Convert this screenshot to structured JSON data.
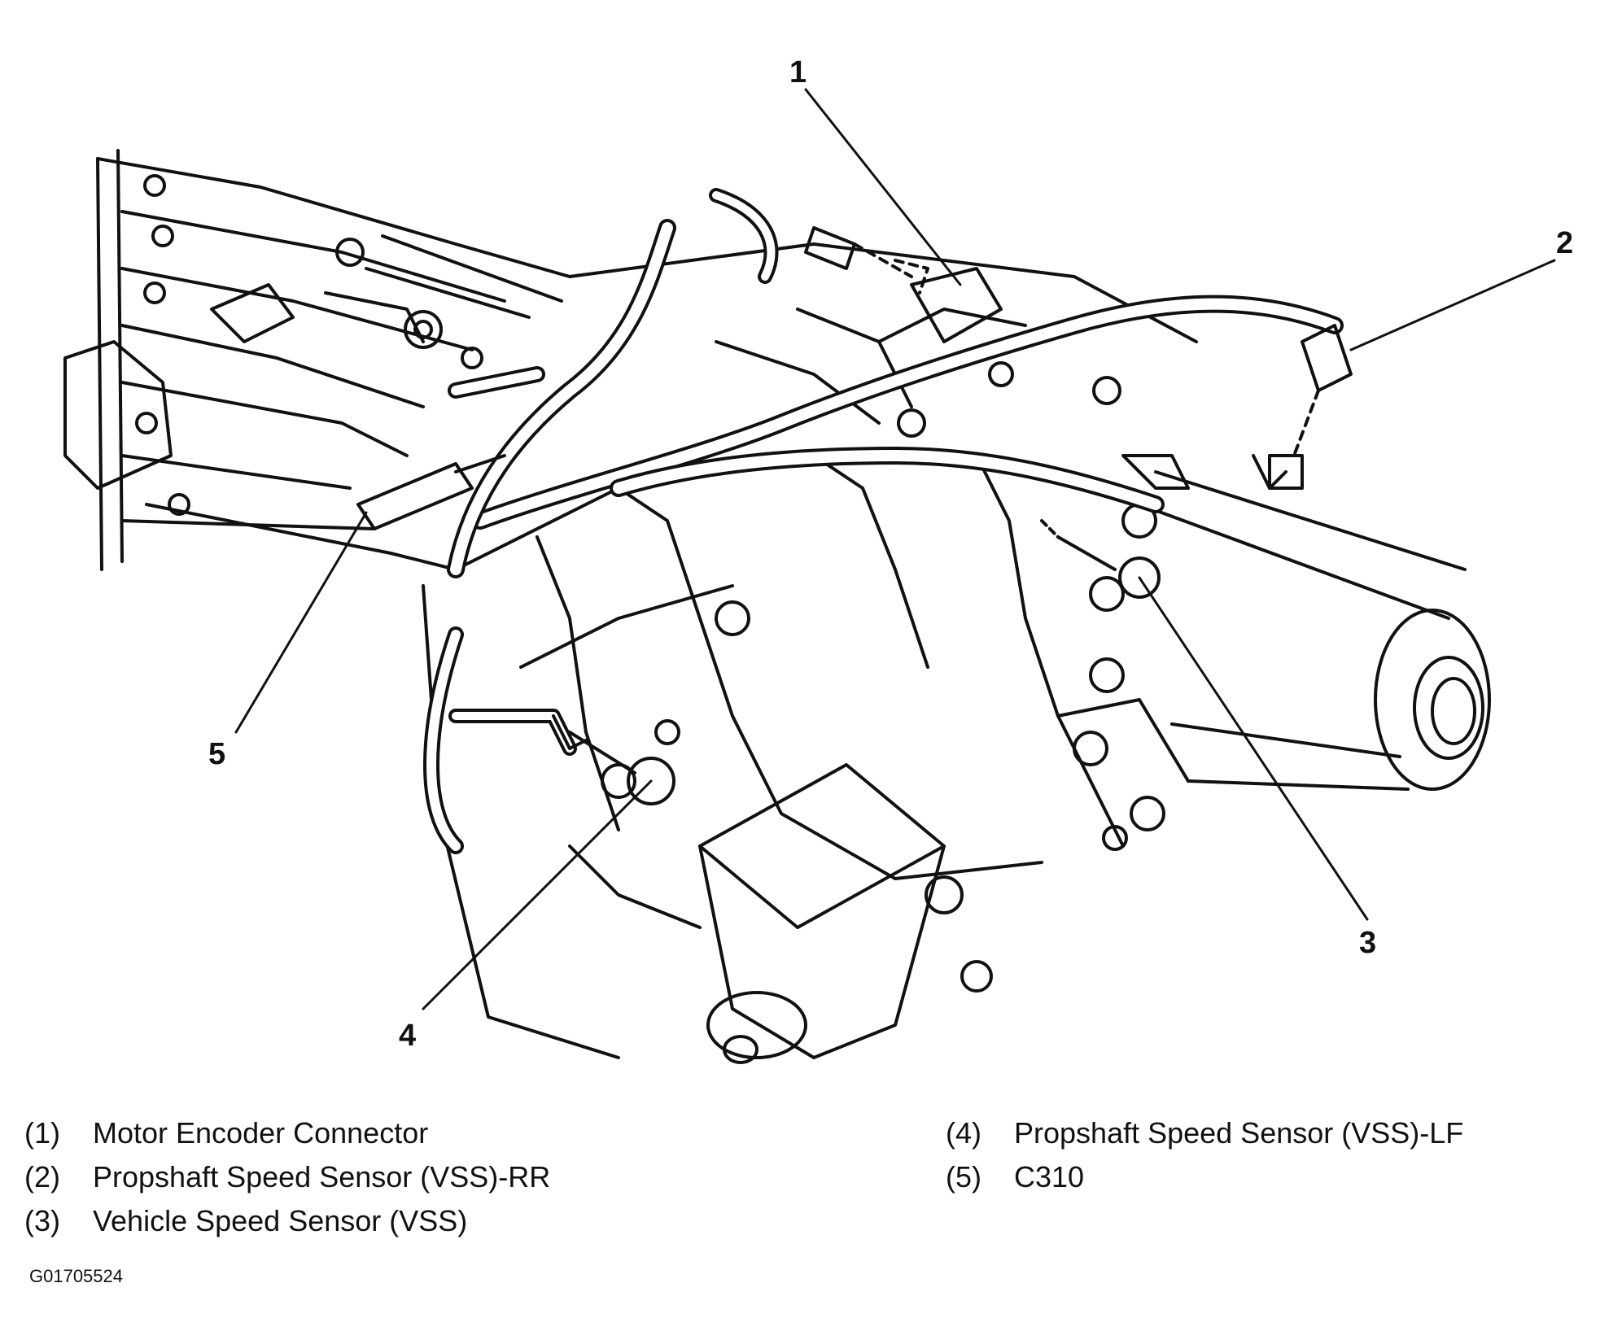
{
  "callouts": [
    "1",
    "2",
    "3",
    "4",
    "5"
  ],
  "legend": [
    {
      "num": "(1)",
      "text": "Motor Encoder Connector"
    },
    {
      "num": "(2)",
      "text": "Propshaft Speed Sensor (VSS)-RR"
    },
    {
      "num": "(3)",
      "text": "Vehicle Speed Sensor (VSS)"
    },
    {
      "num": "(4)",
      "text": "Propshaft Speed Sensor (VSS)-LF"
    },
    {
      "num": "(5)",
      "text": "C310"
    }
  ],
  "figure_id": "G01705524",
  "colors": {
    "line": "#111111",
    "background": "#ffffff"
  }
}
